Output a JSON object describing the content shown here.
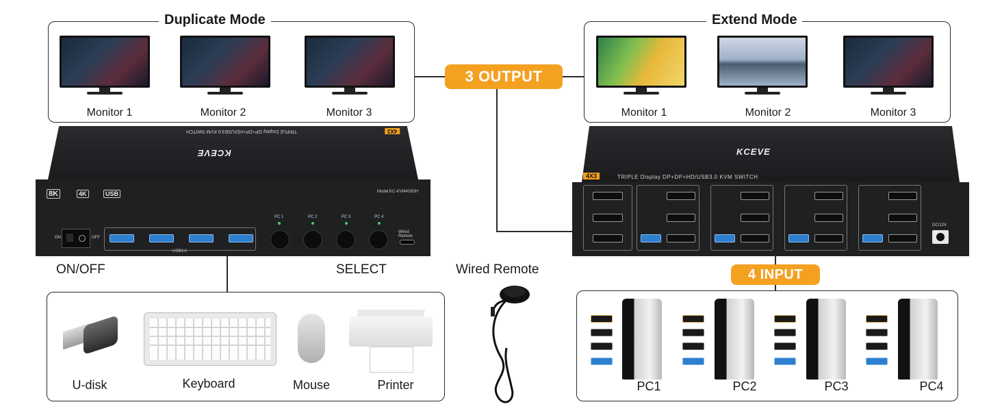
{
  "duplicate": {
    "title": "Duplicate Mode",
    "monitors": [
      "Monitor 1",
      "Monitor 2",
      "Monitor 3"
    ]
  },
  "extend": {
    "title": "Extend Mode",
    "monitors": [
      "Monitor 1",
      "Monitor 2",
      "Monitor 3"
    ]
  },
  "badges": {
    "output": "3 OUTPUT",
    "input": "4 INPUT"
  },
  "front": {
    "model": "Model:KC-KVM403DH",
    "top_text": "TRIPLE Display DP+DP+HD/USB3.0 KVM SWITCH",
    "top_badge": "4X3",
    "brand": "KCEVE",
    "specs": [
      "8K",
      "4K",
      "USB"
    ],
    "switch_on": "ON",
    "switch_off": "OFF",
    "usb_label": "USB3.0",
    "pc_buttons": [
      "PC 1",
      "PC 2",
      "PC 3",
      "PC 4"
    ],
    "wired_remote": "Wired\nRemote"
  },
  "back": {
    "brand": "KCEVE",
    "badge": "4X3",
    "text": "TRIPLE Display DP+DP+HD/USB3.0 KVM SWITCH",
    "dc": "DC/12V"
  },
  "labels": {
    "onoff": "ON/OFF",
    "select": "SELECT",
    "wired_remote": "Wired Remote"
  },
  "peripherals": [
    "U-disk",
    "Keyboard",
    "Mouse",
    "Printer"
  ],
  "pcs": [
    "PC1",
    "PC2",
    "PC3",
    "PC4"
  ],
  "colors": {
    "accent": "#f4a020",
    "device": "#1e1f21",
    "usb": "#2d7fd0"
  }
}
